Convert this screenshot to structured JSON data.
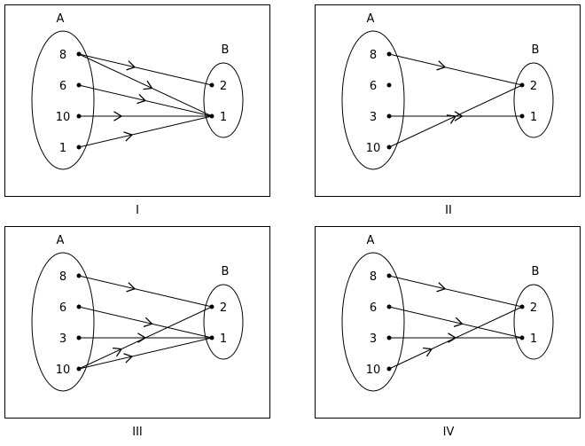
{
  "panels": [
    {
      "caption": "I",
      "set_a_label": "A",
      "set_b_label": "B",
      "domain": [
        "8",
        "6",
        "10",
        "1"
      ],
      "codomain": [
        "2",
        "1"
      ],
      "mappings": [
        [
          "8",
          "2"
        ],
        [
          "8",
          "1"
        ],
        [
          "6",
          "1"
        ],
        [
          "10",
          "1"
        ],
        [
          "1",
          "1"
        ]
      ]
    },
    {
      "caption": "II",
      "set_a_label": "A",
      "set_b_label": "B",
      "domain": [
        "8",
        "6",
        "3",
        "10"
      ],
      "codomain": [
        "2",
        "1"
      ],
      "mappings": [
        [
          "8",
          "2"
        ],
        [
          "3",
          "1"
        ],
        [
          "10",
          "2"
        ]
      ]
    },
    {
      "caption": "III",
      "set_a_label": "A",
      "set_b_label": "B",
      "domain": [
        "8",
        "6",
        "3",
        "10"
      ],
      "codomain": [
        "2",
        "1"
      ],
      "mappings": [
        [
          "8",
          "2"
        ],
        [
          "6",
          "1"
        ],
        [
          "3",
          "1"
        ],
        [
          "10",
          "2"
        ],
        [
          "10",
          "1"
        ]
      ]
    },
    {
      "caption": "IV",
      "set_a_label": "A",
      "set_b_label": "B",
      "domain": [
        "8",
        "6",
        "3",
        "10"
      ],
      "codomain": [
        "2",
        "1"
      ],
      "mappings": [
        [
          "8",
          "2"
        ],
        [
          "6",
          "1"
        ],
        [
          "3",
          "1"
        ],
        [
          "10",
          "2"
        ]
      ]
    }
  ]
}
